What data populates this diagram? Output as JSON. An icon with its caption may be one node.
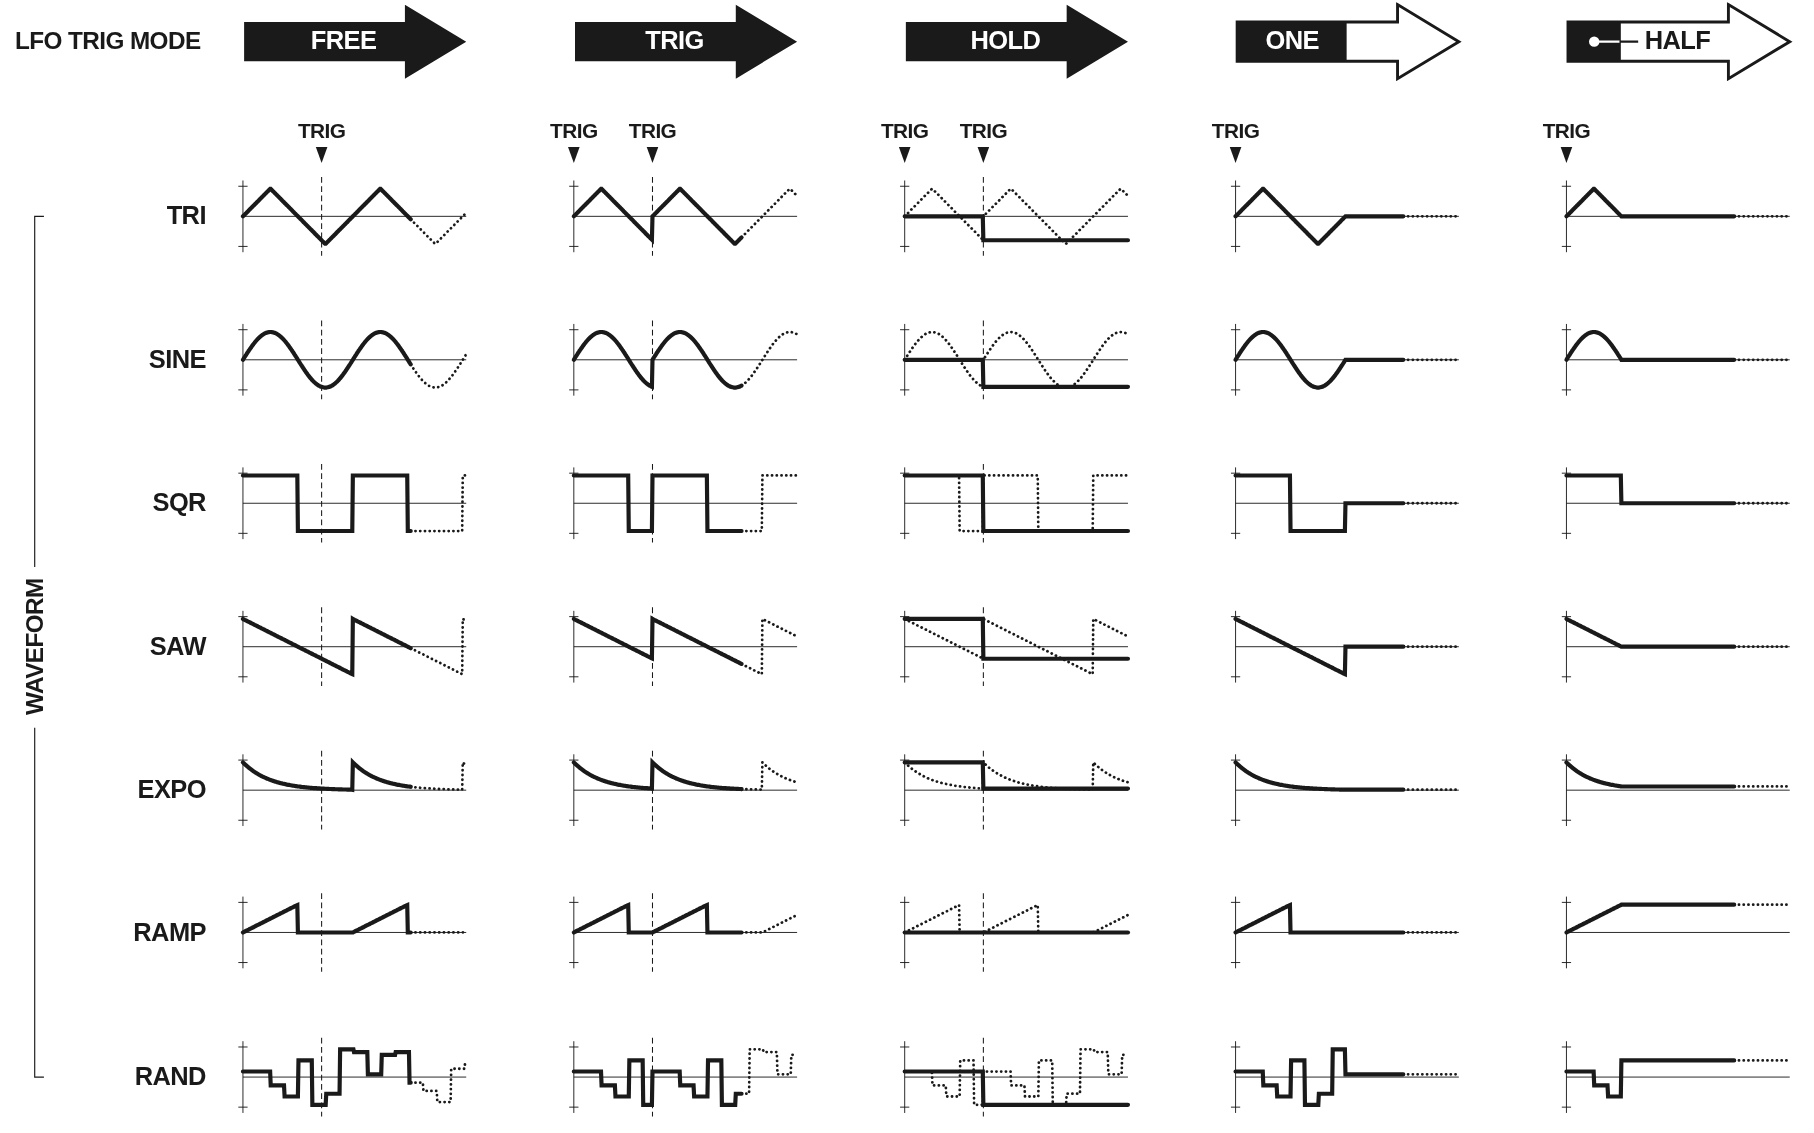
{
  "diagram": {
    "nodes": [
      {
        "text": [
          "FREE"
        ]
      },
      {
        "text": [
          "TRIG"
        ]
      },
      {
        "text": [
          "HOLD"
        ]
      },
      {
        "text": [
          "ONE"
        ]
      },
      {
        "text": [
          "HALF"
        ]
      }
    ],
    "labels": [
      "LFO TRIG MODE",
      "TRIG",
      "TRIG",
      "TRIG",
      "TRIG",
      "TRIG",
      "TRIG",
      "TRIG",
      "TRI",
      "SINE",
      "SQR",
      "SAW",
      "EXPO",
      "RAMP",
      "RAND",
      "WAVEFORM"
    ]
  }
}
